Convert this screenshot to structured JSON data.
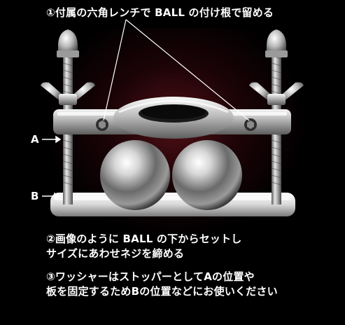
{
  "captions": {
    "line1": "①付属の六角レンチで BALL の付け根で留める",
    "line2a": "②画像のように BALL の下からセットし",
    "line2b": "サイズにあわせネジを締める",
    "line3a": "③ワッシャーはストッパーとしてAの位置や",
    "line3b": "板を固定するためBの位置などにお使いください"
  },
  "markers": {
    "a": "A",
    "b": "B"
  },
  "colors": {
    "background": "#000000",
    "text": "#ffffff",
    "glow": "#8a1e28",
    "metal_light": "#f2f2f2",
    "metal_dark": "#6e6e6e"
  }
}
